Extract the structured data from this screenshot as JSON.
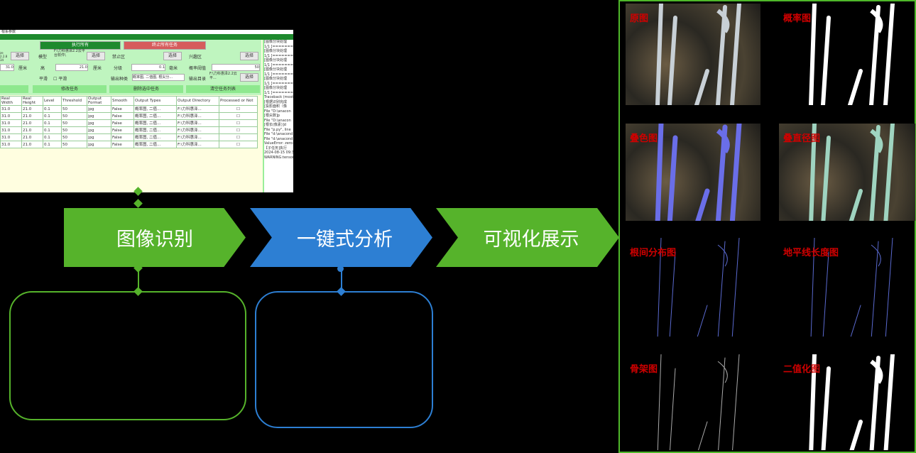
{
  "app": {
    "title": "根系参数",
    "run_all": "执行所有",
    "stop_all": "终止所有任务",
    "fields": [
      {
        "label": "模型",
        "value": "F:\\力科惠泽2.2云平台软件\\",
        "btn": "选择"
      },
      {
        "label": "禁止区",
        "value": "",
        "btn": "选择"
      },
      {
        "label": "兴趣区",
        "value": "",
        "btn": "选择"
      }
    ],
    "left_size": "ze 2.2.8 34",
    "left_btn": "选择",
    "left_value": "31.0",
    "left_unit": "厘米",
    "height_label": "高",
    "height_value": "21.0",
    "height_unit": "厘米",
    "level_label": "分级",
    "level_value": "0.1",
    "level_unit": "毫米",
    "threshold_label": "概率阈值",
    "threshold_value": "50",
    "smooth_label": "平滑",
    "smooth_check": "平滑",
    "output_types_label": "输出种类",
    "output_types_value": "概率图, 二值图, 根尖分...",
    "output_dir_label": "输出目录",
    "output_dir_value": "F:\\力科惠泽2.2云平...",
    "output_dir_btn": "选择",
    "actions": [
      "修改任务",
      "删除选中任务",
      "清空任务列表"
    ],
    "table": {
      "headers": [
        "Real Width",
        "Real Height",
        "Level",
        "Threshold",
        "Output Format",
        "Smooth",
        "Output Types",
        "Output Directory",
        "Processed or Not"
      ],
      "rows": [
        [
          "31.0",
          "21.0",
          "0.1",
          "50",
          "jpg",
          "False",
          "概率图, 二值...",
          "F:\\力科惠泽...",
          "☐"
        ],
        [
          "31.0",
          "21.0",
          "0.1",
          "50",
          "jpg",
          "False",
          "概率图, 二值...",
          "F:\\力科惠泽...",
          "☐"
        ],
        [
          "31.0",
          "21.0",
          "0.1",
          "50",
          "jpg",
          "False",
          "概率图, 二值...",
          "F:\\力科惠泽...",
          "☐"
        ],
        [
          "31.0",
          "21.0",
          "0.1",
          "50",
          "jpg",
          "False",
          "概率图, 二值...",
          "F:\\力科惠泽...",
          "☐"
        ],
        [
          "31.0",
          "21.0",
          "0.1",
          "50",
          "jpg",
          "False",
          "概率图, 二值...",
          "F:\\力科惠泽...",
          "☐"
        ],
        [
          "31.0",
          "21.0",
          "0.1",
          "50",
          "jpg",
          "False",
          "概率图, 二值...",
          "F:\\力科惠泽...",
          "☐"
        ]
      ]
    },
    "log": [
      "[图像分块处理",
      "1/1 [=========",
      "[图像分块处理",
      "1/1 [=========",
      "[图像分块处理",
      "1/1 [=========",
      "[图像分块处理",
      "1/1 [=========",
      "[图像分块处理",
      "1/1 [=========",
      "[图像分块处理",
      "1/1 [=========",
      "Traceback (most",
      "[根据识别完成",
      "[投影面积（像",
      "  File \"D:\\anacon",
      "[根尖数]p",
      "  File \"D:\\anacon",
      "[根长(像素)]d",
      "  File \"p.py\", line",
      "  File \"d:\\anacond",
      "  File \"d:\\anacond",
      "ValueError: zero-s",
      "【子任务]执行",
      "2024-08-15 09:33",
      "WARNING:tensor"
    ]
  },
  "steps": [
    {
      "label": "图像识别",
      "color": "#56b32b"
    },
    {
      "label": "一键式分析",
      "color": "#2d7fd3"
    },
    {
      "label": "可视化展示",
      "color": "#56b32b"
    }
  ],
  "visualization": [
    "原图",
    "概率图",
    "叠色图",
    "叠直径图",
    "根间分布图",
    "地平线长度图",
    "骨架图",
    "二值化图"
  ],
  "colors": {
    "green": "#56b32b",
    "blue": "#2d7fd3",
    "caption": "#d00000"
  }
}
